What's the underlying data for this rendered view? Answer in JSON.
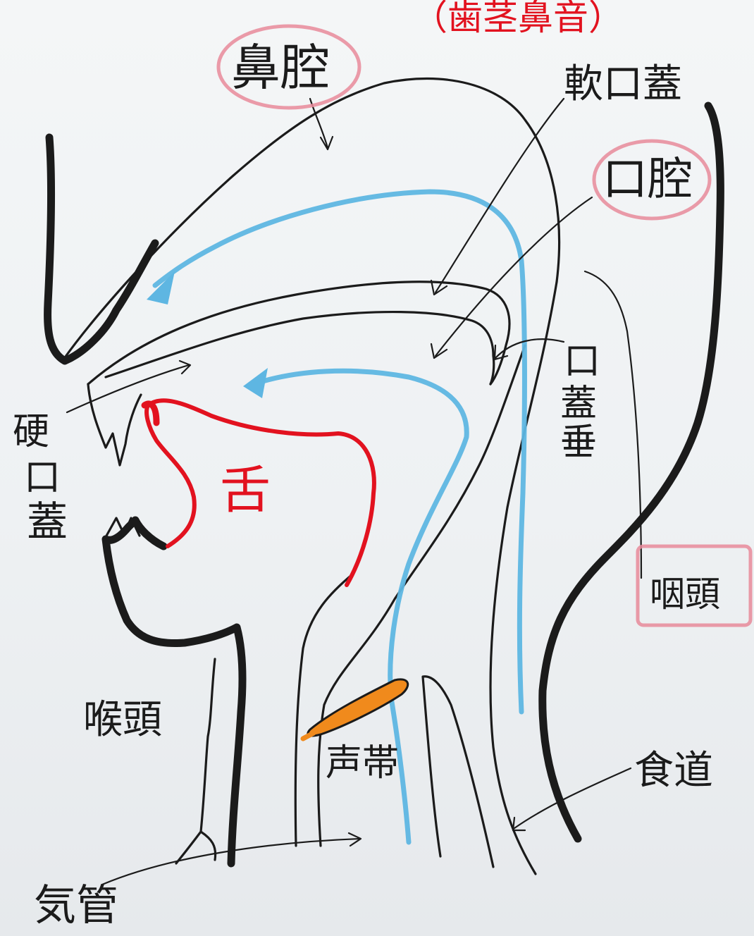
{
  "top_note": "（歯茎鼻音）",
  "labels": {
    "nasal_cavity": "鼻腔",
    "oral_cavity": "口腔",
    "soft_palate": "軟口蓋",
    "hard_palate": [
      "硬",
      "口",
      "蓋"
    ],
    "uvula": [
      "口",
      "蓋",
      "垂"
    ],
    "tongue": "舌",
    "pharynx": "咽頭",
    "larynx": "喉頭",
    "vocal_cords": "声帯",
    "esophagus": "食道",
    "trachea": "気管"
  },
  "colors": {
    "ink": "#1b1b1b",
    "airflow": "#5eb6e2",
    "tongue": "#e2121f",
    "vocal_cords": "#f08a1c",
    "highlight": "#e88a9a",
    "title": "#e2121f"
  }
}
